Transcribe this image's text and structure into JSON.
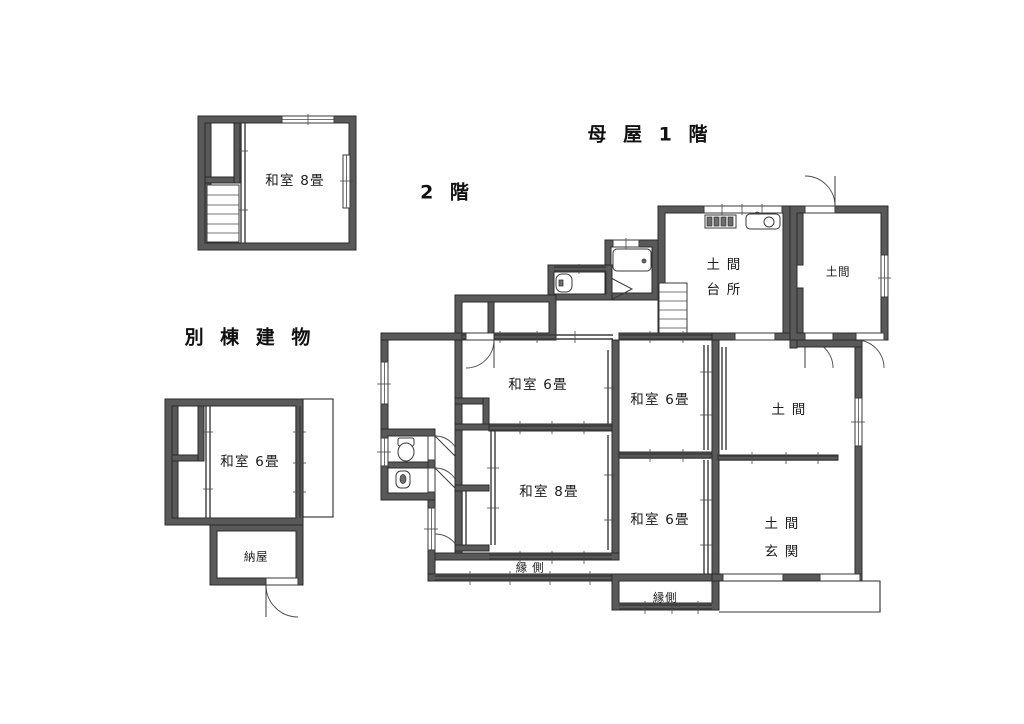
{
  "document": {
    "kind": "floor-plan-drawing",
    "background_color": "#ffffff",
    "wall_fill_color": "#595959",
    "line_color": "#2b2b2b",
    "text_color": "#1a1a1a"
  },
  "titles": {
    "main_house_1f": "母 屋  1 階",
    "second_floor": "2  階",
    "annex_building": "別 棟  建 物"
  },
  "second_floor": {
    "rooms": [
      {
        "id": "2f-washitsu-8",
        "label": "和室 8畳",
        "type": "japanese-room",
        "size_jo": 8
      }
    ],
    "features": [
      "staircase",
      "closet",
      "sliding-window-top",
      "sliding-window-right"
    ]
  },
  "annex": {
    "rooms": [
      {
        "id": "annex-washitsu-6",
        "label": "和室 6畳",
        "type": "japanese-room",
        "size_jo": 6
      },
      {
        "id": "annex-naya",
        "label": "納屋",
        "type": "storage-shed"
      }
    ],
    "features": [
      "closet-upper",
      "closet-lower",
      "engawa-right",
      "entry-door"
    ]
  },
  "main_house": {
    "rooms": [
      {
        "id": "mh-washitsu-6-nw",
        "label": "和室 6畳",
        "type": "japanese-room",
        "size_jo": 6
      },
      {
        "id": "mh-washitsu-6-n",
        "label": "和室 6畳",
        "type": "japanese-room",
        "size_jo": 6
      },
      {
        "id": "mh-washitsu-8",
        "label": "和室 8畳",
        "type": "japanese-room",
        "size_jo": 8
      },
      {
        "id": "mh-washitsu-6-s",
        "label": "和室 6畳",
        "type": "japanese-room",
        "size_jo": 6
      },
      {
        "id": "mh-doma-kitchen",
        "label_line1": "土 間",
        "label_line2": "台 所",
        "type": "earthen-floor-kitchen"
      },
      {
        "id": "mh-doma-ne",
        "label": "土間",
        "type": "earthen-floor"
      },
      {
        "id": "mh-doma-center",
        "label": "土 間",
        "type": "earthen-floor"
      },
      {
        "id": "mh-doma-genkan",
        "label_line1": "土 間",
        "label_line2": "玄 関",
        "type": "earthen-floor-entrance"
      },
      {
        "id": "mh-engawa-west",
        "label": "縁 側",
        "type": "veranda"
      },
      {
        "id": "mh-engawa-south",
        "label": "縁側",
        "type": "veranda"
      }
    ],
    "fixtures": [
      {
        "id": "kitchen-stove",
        "name": "gas-range-4-burner"
      },
      {
        "id": "kitchen-sink",
        "name": "kitchen-sink"
      },
      {
        "id": "bathtub",
        "name": "bathtub"
      },
      {
        "id": "washbasin-bath",
        "name": "washbasin"
      },
      {
        "id": "toilet",
        "name": "toilet"
      },
      {
        "id": "washbasin-toilet",
        "name": "small-washbasin"
      },
      {
        "id": "stairs",
        "name": "staircase-up"
      }
    ]
  }
}
